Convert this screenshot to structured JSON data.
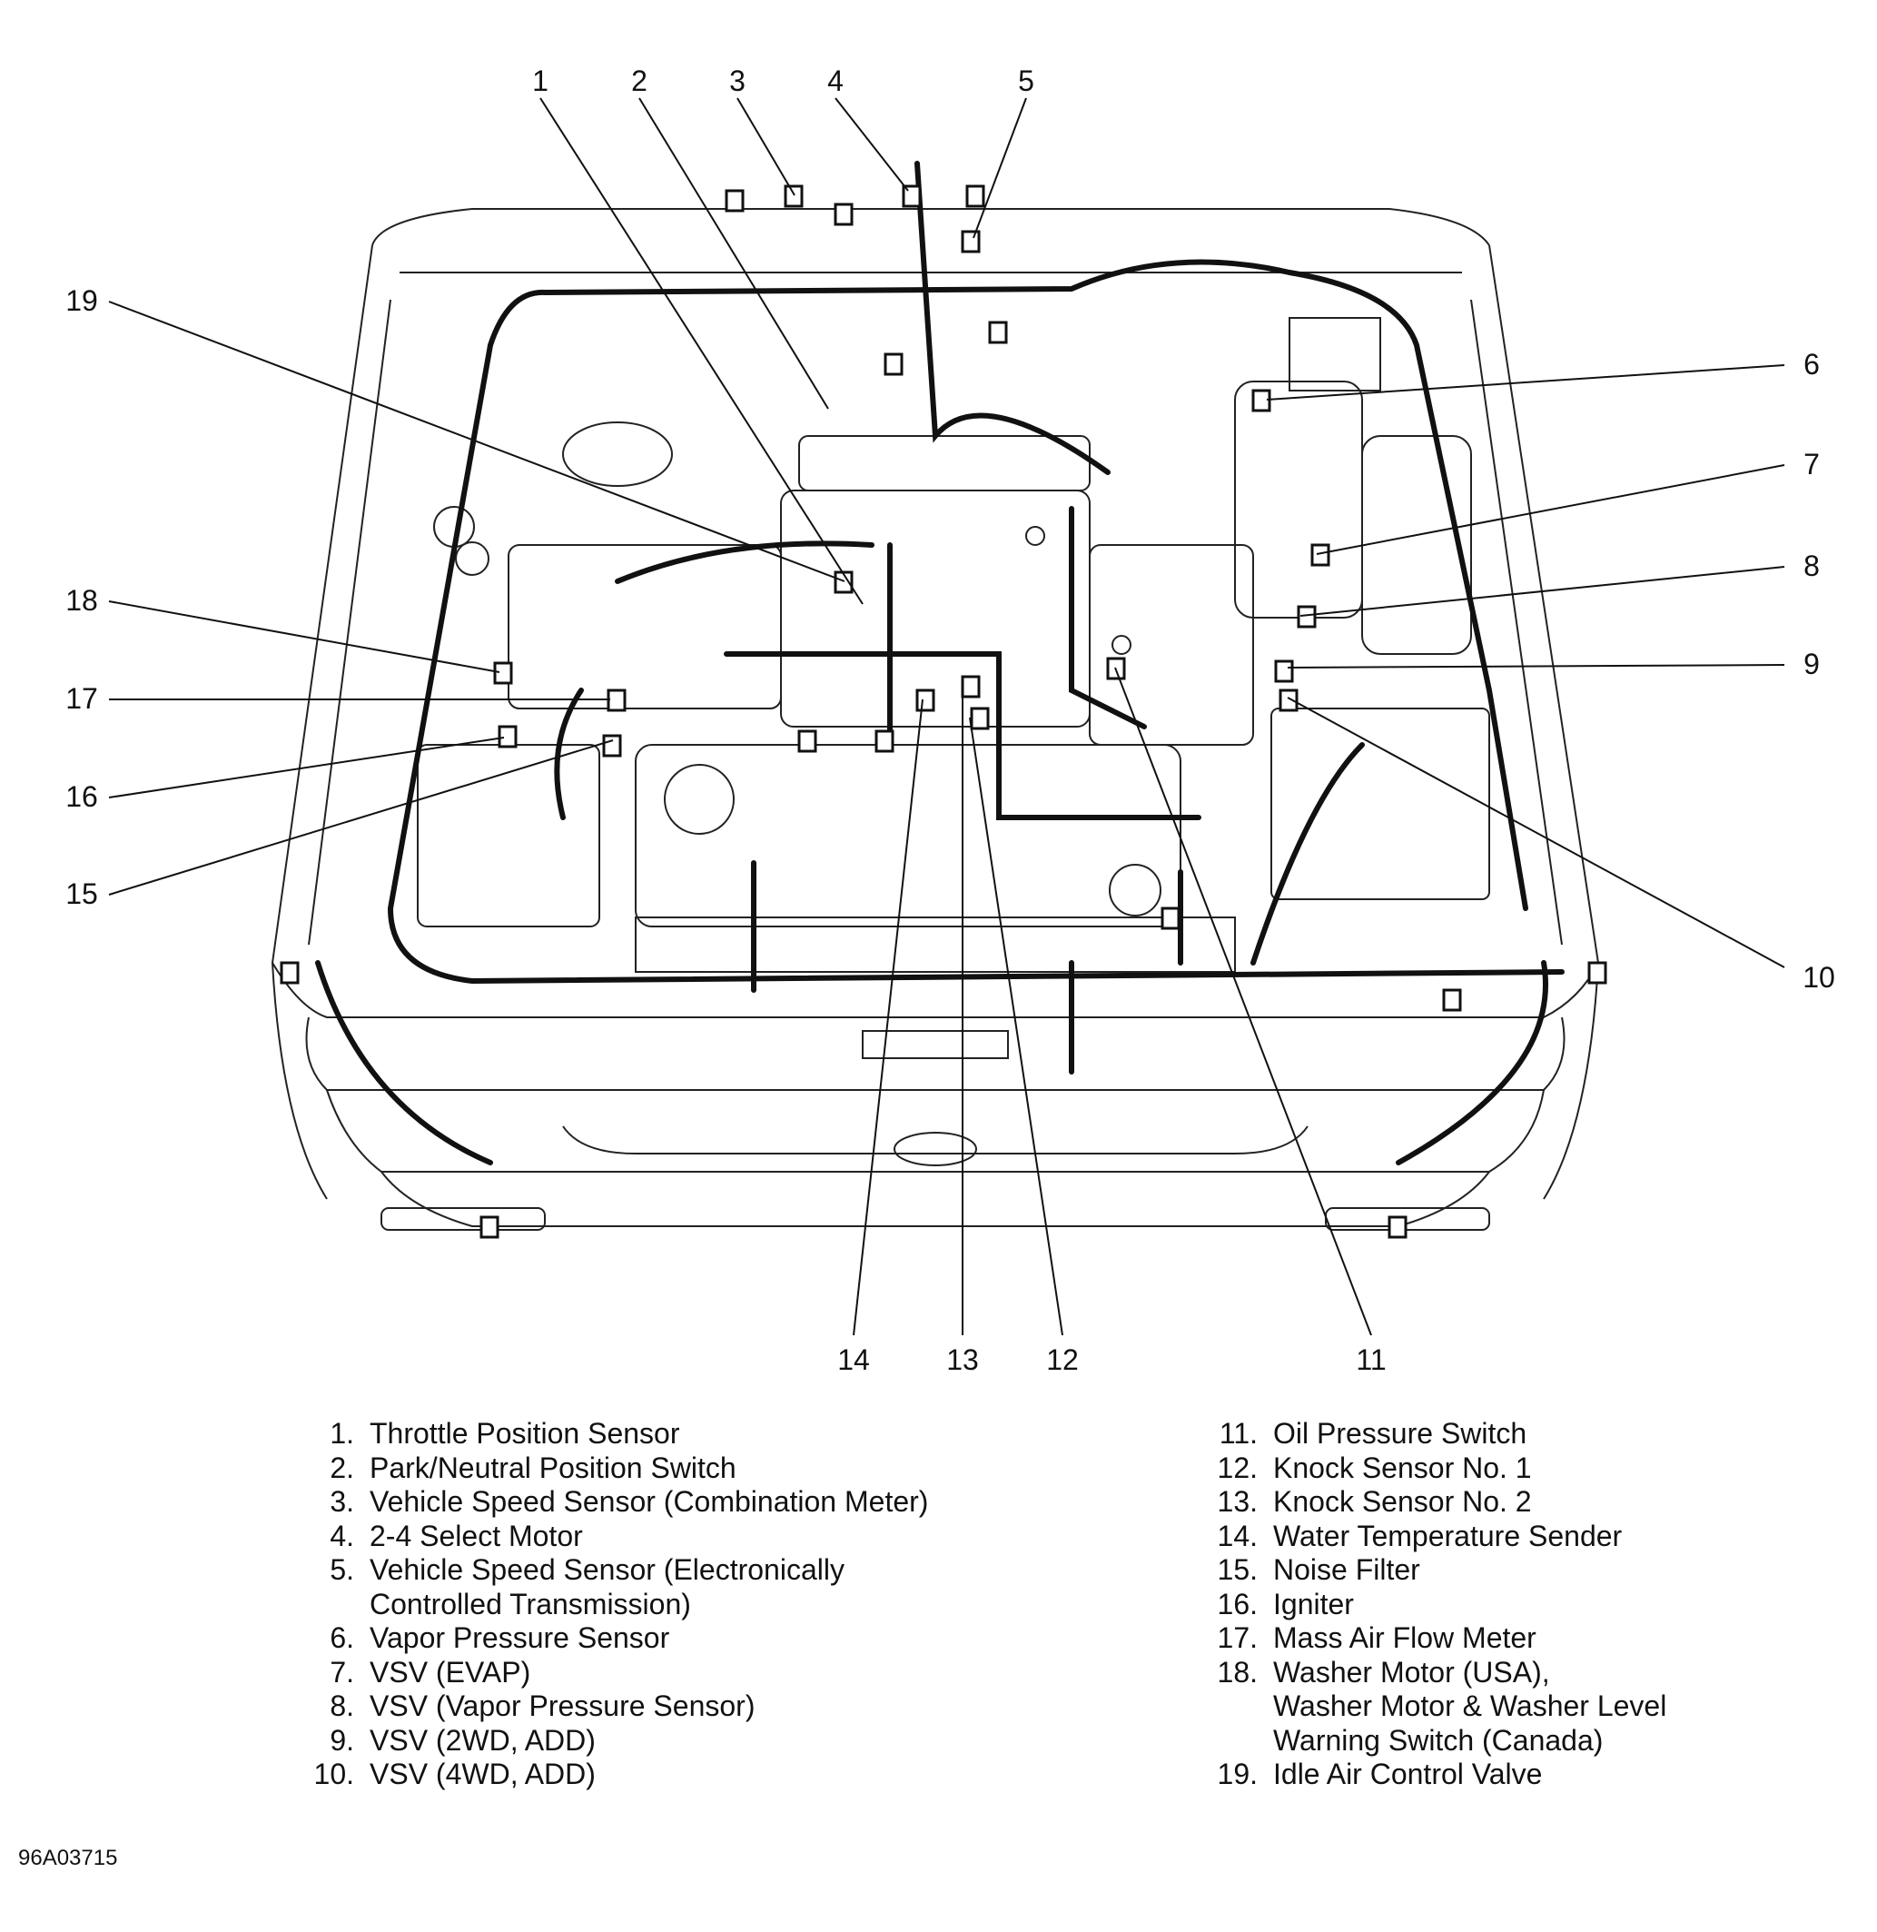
{
  "figure_id": "96A03715",
  "callout_numbers": [
    "1",
    "2",
    "3",
    "4",
    "5",
    "6",
    "7",
    "8",
    "9",
    "10",
    "11",
    "12",
    "13",
    "14",
    "15",
    "16",
    "17",
    "18",
    "19"
  ],
  "legend": {
    "left": [
      {
        "num": "1.",
        "text": "Throttle Position Sensor"
      },
      {
        "num": "2.",
        "text": "Park/Neutral Position Switch"
      },
      {
        "num": "3.",
        "text": "Vehicle Speed Sensor (Combination Meter)"
      },
      {
        "num": "4.",
        "text": "2-4 Select Motor"
      },
      {
        "num": "5.",
        "text": "Vehicle Speed Sensor (Electronically",
        "cont": "Controlled Transmission)"
      },
      {
        "num": "6.",
        "text": "Vapor Pressure Sensor"
      },
      {
        "num": "7.",
        "text": "VSV (EVAP)"
      },
      {
        "num": "8.",
        "text": "VSV (Vapor Pressure Sensor)"
      },
      {
        "num": "9.",
        "text": "VSV (2WD, ADD)"
      },
      {
        "num": "10.",
        "text": "VSV (4WD, ADD)"
      }
    ],
    "right": [
      {
        "num": "11.",
        "text": "Oil Pressure Switch"
      },
      {
        "num": "12.",
        "text": "Knock Sensor No. 1"
      },
      {
        "num": "13.",
        "text": "Knock Sensor No. 2"
      },
      {
        "num": "14.",
        "text": "Water Temperature Sender"
      },
      {
        "num": "15.",
        "text": "Noise Filter"
      },
      {
        "num": "16.",
        "text": "Igniter"
      },
      {
        "num": "17.",
        "text": "Mass Air Flow Meter"
      },
      {
        "num": "18.",
        "text": "Washer Motor (USA),",
        "cont": "Washer Motor & Washer Level",
        "cont2": "Warning Switch (Canada)"
      },
      {
        "num": "19.",
        "text": "Idle Air Control Valve"
      }
    ]
  }
}
